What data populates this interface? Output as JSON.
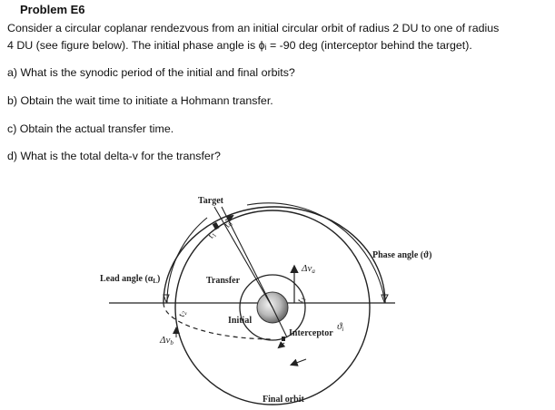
{
  "problem": {
    "title": "Problem E6",
    "intro_line1": "Consider a circular coplanar rendezvous from an initial circular orbit of radius 2 DU to one of radius",
    "intro_line2": "4 DU (see figure below).  The initial phase angle is ϕᵢ = -90 deg (interceptor behind the target).",
    "questions": [
      "a) What is the synodic period of the initial and final orbits?",
      "b) Obtain the wait time to initiate a Hohmann transfer.",
      "c) Obtain the actual transfer time.",
      "d) What is the total delta-v for the transfer?"
    ]
  },
  "figure": {
    "labels": {
      "target": "Target",
      "transfer": "Transfer",
      "initial": "Initial",
      "interceptor": "Interceptor",
      "final_orbit": "Final orbit",
      "lead_angle": "Lead angle (α",
      "lead_angle_sub": "L",
      "lead_angle_close": ")",
      "phase_angle": "Phase angle (ϑ)",
      "dv_a": "Δv",
      "dv_a_sub": "a",
      "dv_b": "Δv",
      "dv_b_sub": "b",
      "t1_a": "t",
      "t1_a_sub": "1",
      "t1_b": "t",
      "t1_b_sub": "1",
      "t2": "t",
      "t2_sub": "2",
      "theta_i": "ϑ",
      "theta_i_sub": "i",
      "t0": "t",
      "t0_sub": "0"
    }
  }
}
